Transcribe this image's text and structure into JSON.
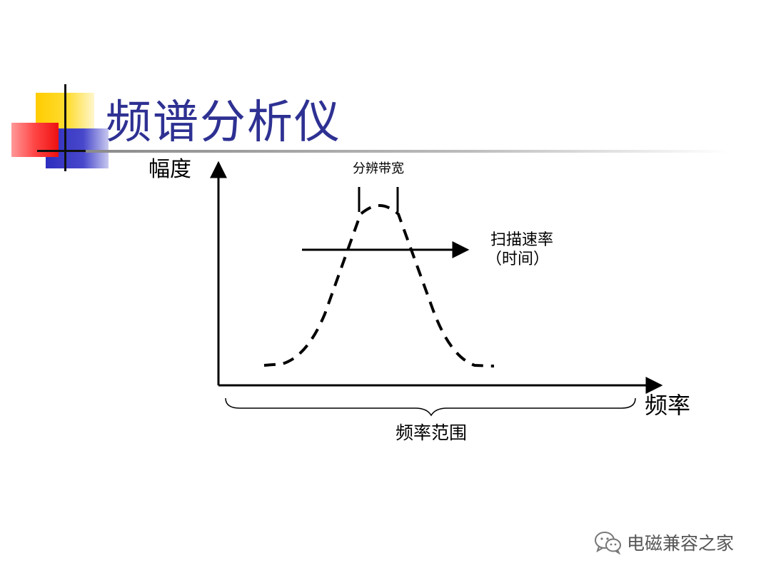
{
  "slide": {
    "title": "频谱分析仪"
  },
  "diagram": {
    "y_axis_label": "幅度",
    "x_axis_label": "频率",
    "resolution_bandwidth_label": "分辨带宽",
    "sweep_rate_label": "扫描速率",
    "sweep_rate_sub_label": "（时间）",
    "frequency_range_label": "频率范围"
  },
  "watermark": {
    "text": "电磁兼容之家",
    "icon": "wechat-icon"
  },
  "colors": {
    "title": "#2e3192",
    "decor_yellow": "#ffcc00",
    "decor_blue": "#2e2ebf",
    "decor_red": "#ff3333",
    "line": "#000000"
  }
}
